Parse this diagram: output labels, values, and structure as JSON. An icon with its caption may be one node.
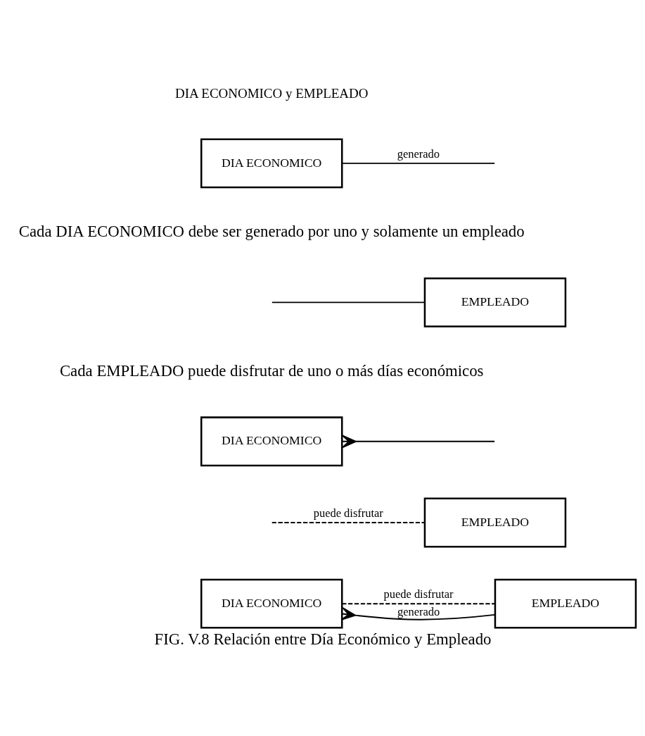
{
  "diagram": {
    "caption": "FIG. V.8 Relación entre Día Económico y Empleado",
    "nodes": [
      {
        "text": [
          "DIA ECONOMICO"
        ]
      },
      {
        "text": [
          "EMPLEADO"
        ]
      },
      {
        "text": [
          "DIA ECONOMICO"
        ]
      },
      {
        "text": [
          "EMPLEADO"
        ]
      },
      {
        "text": [
          "DIA ECONOMICO"
        ]
      },
      {
        "text": [
          "EMPLEADO"
        ]
      }
    ],
    "edges": [
      {
        "from": 0,
        "to": null,
        "arrow": "none",
        "label": "generado"
      },
      {
        "from": null,
        "to": 1,
        "arrow": "none"
      },
      {
        "from": 2,
        "to": null,
        "arrow": "other"
      },
      {
        "from": null,
        "to": 3,
        "arrow": "none",
        "style": "dashed",
        "label": "puede disfrutar"
      },
      {
        "from": 4,
        "to": 5,
        "arrow": "other",
        "label": "generado"
      },
      {
        "from": 4,
        "to": 5,
        "arrow": "none",
        "style": "dashed",
        "label": "puede disfrutar"
      }
    ],
    "labels": [
      "DIA ECONOMICO y EMPLEADO",
      "Cada DIA ECONOMICO debe ser generado por uno y solamente un empleado",
      "Cada EMPLEADO puede disfrutar de uno o más días económicos"
    ]
  }
}
